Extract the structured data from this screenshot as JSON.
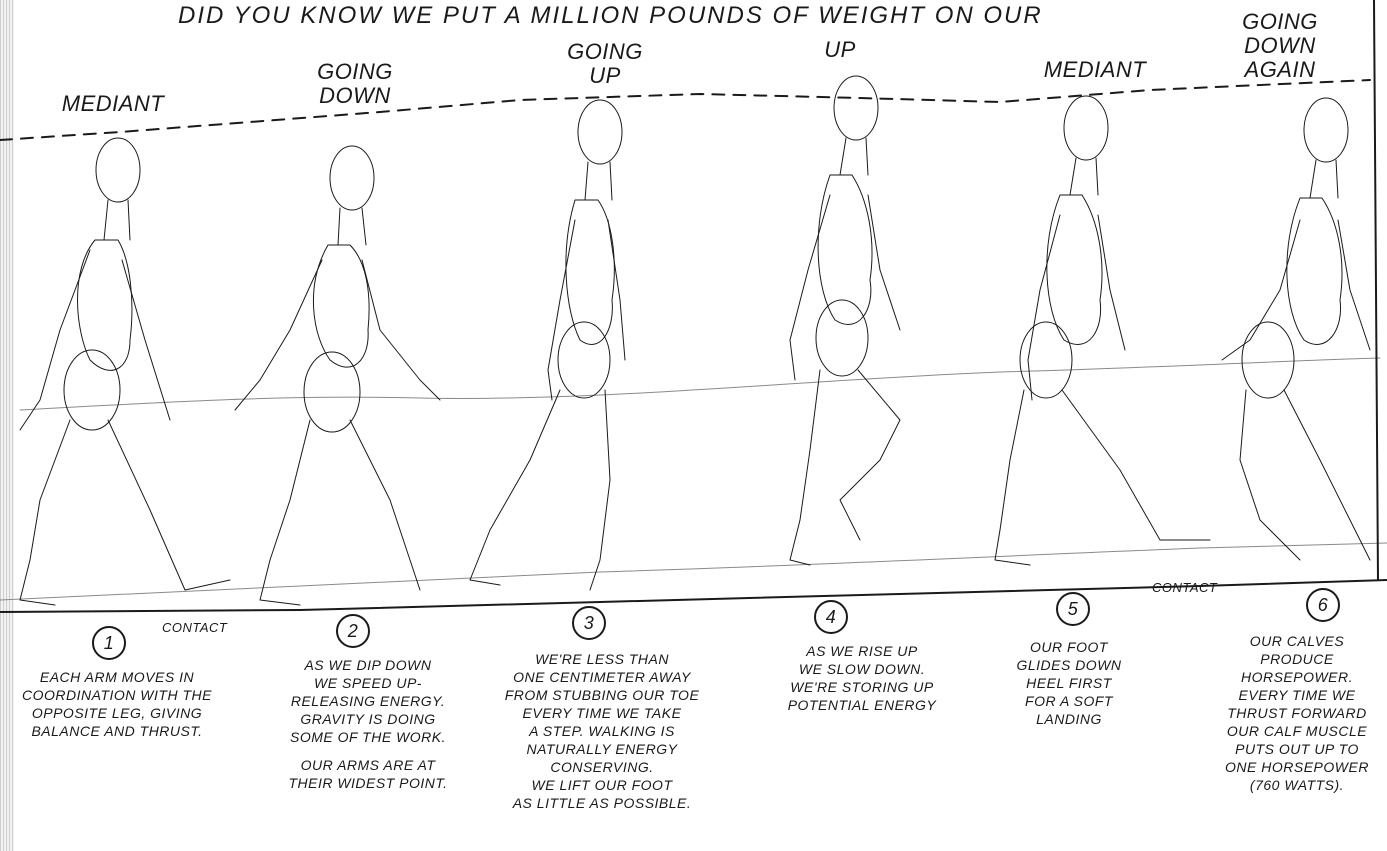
{
  "title": "DID YOU KNOW WE PUT A MILLION POUNDS OF WEIGHT ON OUR",
  "phases": [
    {
      "label": "MEDIANT",
      "number": "1",
      "contact": "CONTACT",
      "description": [
        "EACH ARM MOVES IN",
        "COORDINATION WITH the",
        "OPPOSITE LEG, GIVING",
        "BALANCE and THRUST."
      ]
    },
    {
      "label": "GOING DOWN",
      "number": "2",
      "description": [
        "AS WE DIP DOWN",
        "WE SPEED UP-",
        "RELEASING ENERGY.",
        "GRAVITY IS DOING",
        "SOME OF the WORK.",
        "",
        "OUR ARMS ARE AT",
        "THEIR WIDEST POINT."
      ]
    },
    {
      "label": "GOING UP",
      "number": "3",
      "description": [
        "WE'RE LESS THAN",
        "ONE CENTIMETER AWAY",
        "FROM STUBBING OUR TOE",
        "EVERY TIME WE TAKE",
        "A STEP. WALKING IS",
        "NATURALLY ENERGY",
        "CONSERVING.",
        "WE LIFT OUR FOOT",
        "AS LITTLE AS POSSIBLE."
      ]
    },
    {
      "label": "UP",
      "number": "4",
      "description": [
        "AS WE RISE UP",
        "WE SLOW DOWN.",
        "WE'RE STORING UP",
        "POTENTIAL ENERGY"
      ]
    },
    {
      "label": "MEDIANT",
      "number": "5",
      "contact": "CONTACT",
      "description": [
        "OUR FOOT",
        "GLIDES DOWN",
        "HEEL FIRST",
        "FOR A SOFT",
        "LANDING"
      ]
    },
    {
      "label": "GOING DOWN AGAIN",
      "number": "6",
      "description": [
        "OUR CALVES",
        "PRODUCE",
        "HORSEPOWER.",
        "EVERY TIME WE",
        "THRUST FORWARD",
        "OUR CALF MUSCLE",
        "PUTS OUT UP TO",
        "ONE HORSEPOWER",
        "(760 WATTS)."
      ]
    }
  ]
}
